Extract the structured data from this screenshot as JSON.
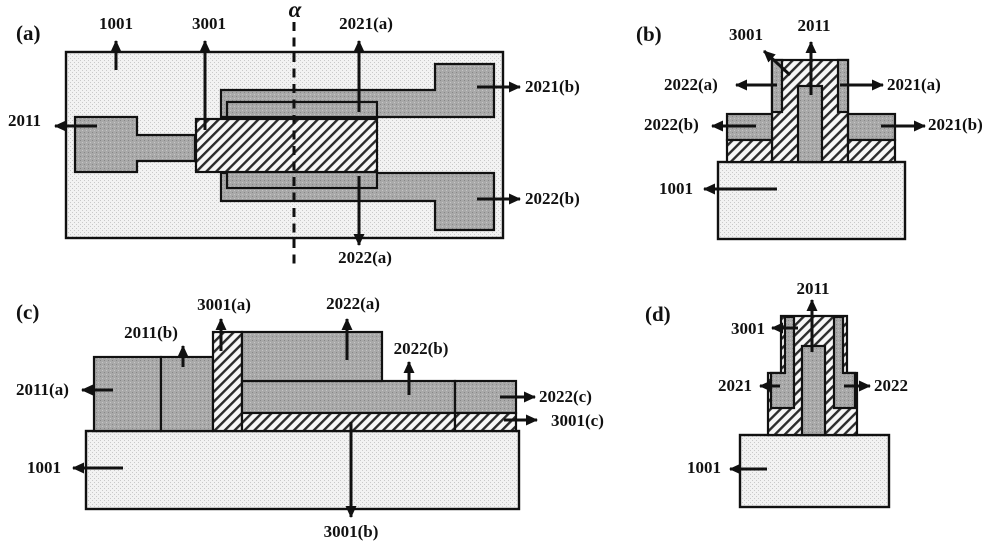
{
  "colors": {
    "ink": "#111111",
    "substrate_bg": "#f2f2f2",
    "substrate_dot": "#c9c9c9",
    "gray_bg": "#a9a9a9",
    "gray_dot_dark": "#878787",
    "gray_dot_light": "#c6c6c6",
    "hatch_bg": "#f7f7f7",
    "hatch_line": "#2b2b2b"
  },
  "panels": {
    "a": {
      "tag": "(a)",
      "section_label": "α",
      "refs": {
        "r1001": "1001",
        "r3001": "3001",
        "r2021a": "2021(a)",
        "r2011": "2011",
        "r2021b": "2021(b)",
        "r2022b": "2022(b)",
        "r2022a": "2022(a)"
      }
    },
    "b": {
      "tag": "(b)",
      "refs": {
        "r3001": "3001",
        "r2011": "2011",
        "r2022a": "2022(a)",
        "r2021a": "2021(a)",
        "r2022b": "2022(b)",
        "r2021b": "2021(b)",
        "r1001": "1001"
      }
    },
    "c": {
      "tag": "(c)",
      "refs": {
        "r3001a": "3001(a)",
        "r2011b": "2011(b)",
        "r2022a": "2022(a)",
        "r2022b": "2022(b)",
        "r2011a": "2011(a)",
        "r2022c": "2022(c)",
        "r3001c": "3001(c)",
        "r1001": "1001",
        "r3001b": "3001(b)"
      }
    },
    "d": {
      "tag": "(d)",
      "refs": {
        "r2011": "2011",
        "r3001": "3001",
        "r2021": "2021",
        "r2022": "2022",
        "r1001": "1001"
      }
    }
  }
}
